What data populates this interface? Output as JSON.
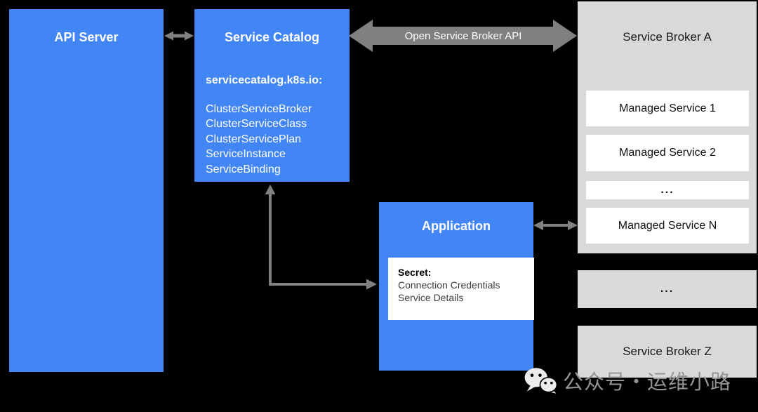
{
  "colors": {
    "background": "#000000",
    "blue_box": "#4285F4",
    "gray_box": "#D9D9D9",
    "white_box": "#FFFFFF",
    "arrow_gray": "#808080",
    "watermark_gray": "#949494"
  },
  "api_server": {
    "title": "API Server"
  },
  "service_catalog": {
    "title": "Service Catalog",
    "api_group": "servicecatalog.k8s.io:",
    "resources": [
      "ClusterServiceBroker",
      "ClusterServiceClass",
      "ClusterServicePlan",
      "ServiceInstance",
      "ServiceBinding"
    ]
  },
  "connections": {
    "osb_arrow_label": "Open Service Broker API"
  },
  "application": {
    "title": "Application",
    "secret_title": "Secret:",
    "secret_lines": [
      "Connection Credentials",
      "Service Details"
    ]
  },
  "service_broker_a": {
    "title": "Service Broker A",
    "managed_services": [
      "Managed Service 1",
      "Managed Service 2",
      "...",
      "Managed Service N"
    ]
  },
  "brokers_ellipsis": "...",
  "service_broker_z": {
    "title": "Service Broker Z"
  },
  "watermark": {
    "text": "公众号・运维小路",
    "icon": "wechat-icon"
  }
}
